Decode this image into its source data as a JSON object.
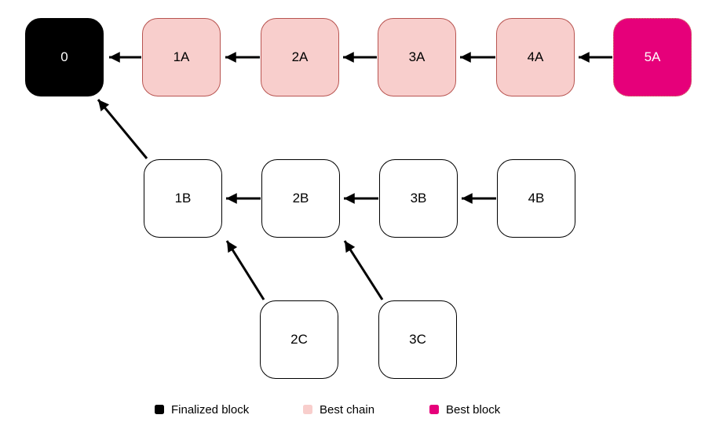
{
  "diagram": {
    "description": "Blockchain fork-choice diagram with finalized block, best chain and best block",
    "nodes": [
      {
        "label": "0",
        "kind": "finalized"
      },
      {
        "label": "1A",
        "kind": "best-chain"
      },
      {
        "label": "2A",
        "kind": "best-chain"
      },
      {
        "label": "3A",
        "kind": "best-chain"
      },
      {
        "label": "4A",
        "kind": "best-chain"
      },
      {
        "label": "5A",
        "kind": "best-block"
      },
      {
        "label": "1B",
        "kind": "fork"
      },
      {
        "label": "2B",
        "kind": "fork"
      },
      {
        "label": "3B",
        "kind": "fork"
      },
      {
        "label": "4B",
        "kind": "fork"
      },
      {
        "label": "2C",
        "kind": "fork"
      },
      {
        "label": "3C",
        "kind": "fork"
      }
    ],
    "edges": [
      {
        "from": "1A",
        "to": "0"
      },
      {
        "from": "2A",
        "to": "1A"
      },
      {
        "from": "3A",
        "to": "2A"
      },
      {
        "from": "4A",
        "to": "3A"
      },
      {
        "from": "5A",
        "to": "4A"
      },
      {
        "from": "1B",
        "to": "0"
      },
      {
        "from": "2B",
        "to": "1B"
      },
      {
        "from": "3B",
        "to": "2B"
      },
      {
        "from": "4B",
        "to": "3B"
      },
      {
        "from": "2C",
        "to": "1B"
      },
      {
        "from": "3C",
        "to": "2B"
      }
    ],
    "colors": {
      "finalized": "#000000",
      "best_chain_fill": "#f8cecc",
      "best_chain_border": "#b85450",
      "best_block": "#e6007a",
      "fork_fill": "#ffffff",
      "edge": "#000000"
    }
  },
  "legend": {
    "items": [
      {
        "label": "Finalized block",
        "color": "#000000"
      },
      {
        "label": "Best chain",
        "color": "#f8cecc"
      },
      {
        "label": "Best block",
        "color": "#e6007a"
      }
    ]
  }
}
